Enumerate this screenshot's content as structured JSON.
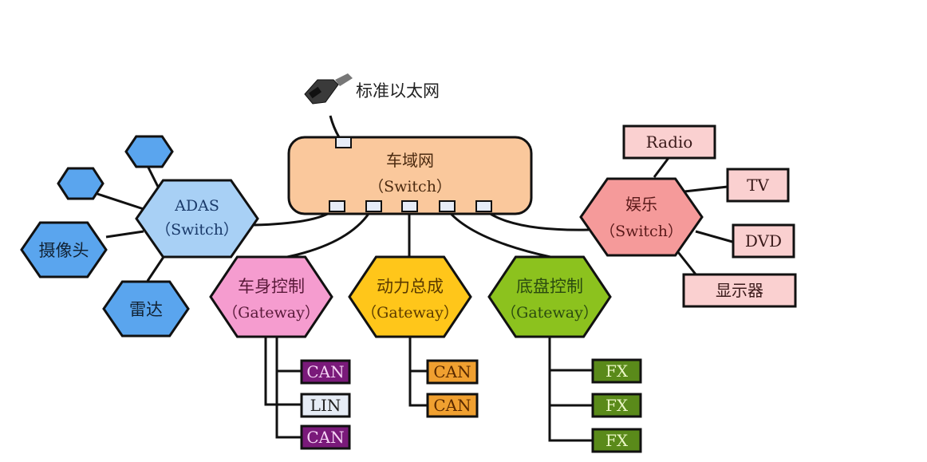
{
  "title_label": "标准以太网",
  "central_switch": {
    "name": "车域网",
    "sub": "（Switch）",
    "color": "#FAC89C"
  },
  "adas": {
    "name": "ADAS",
    "sub": "（Switch）",
    "color": "#A8D0F5",
    "children": [
      {
        "label": "",
        "color": "#5AA5EE"
      },
      {
        "label": "",
        "color": "#5AA5EE"
      },
      {
        "label": "摄像头",
        "color": "#5AA5EE"
      },
      {
        "label": "雷达",
        "color": "#5AA5EE"
      }
    ]
  },
  "entertainment": {
    "name": "娱乐",
    "sub": "（Switch）",
    "color": "#F59A9A",
    "children": [
      {
        "label": "Radio",
        "color": "#FAD0D0"
      },
      {
        "label": "TV",
        "color": "#FAD0D0"
      },
      {
        "label": "DVD",
        "color": "#FAD0D0"
      },
      {
        "label": "显示器",
        "color": "#FAD0D0"
      }
    ]
  },
  "gateways": [
    {
      "name": "车身控制",
      "sub": "（Gateway）",
      "color": "#F59CCF",
      "text_color": "#5A1A3A",
      "buses": [
        {
          "label": "CAN",
          "color": "#7A1A7A",
          "text_color": "#F5D5F5"
        },
        {
          "label": "LIN",
          "color": "#E6ECF5",
          "text_color": "#222222"
        },
        {
          "label": "CAN",
          "color": "#7A1A7A",
          "text_color": "#F5D5F5"
        }
      ]
    },
    {
      "name": "动力总成",
      "sub": "（Gateway）",
      "color": "#FFC61A",
      "text_color": "#5A3A00",
      "buses": [
        {
          "label": "CAN",
          "color": "#F0A030",
          "text_color": "#5A2A00"
        },
        {
          "label": "CAN",
          "color": "#F0A030",
          "text_color": "#5A2A00"
        }
      ]
    },
    {
      "name": "底盘控制",
      "sub": "（Gateway）",
      "color": "#8CC21E",
      "text_color": "#2A4A10",
      "buses": [
        {
          "label": "FX",
          "color": "#5A8A1A",
          "text_color": "#EAF5C5"
        },
        {
          "label": "FX",
          "color": "#5A8A1A",
          "text_color": "#EAF5C5"
        },
        {
          "label": "FX",
          "color": "#5A8A1A",
          "text_color": "#EAF5C5"
        }
      ]
    }
  ]
}
